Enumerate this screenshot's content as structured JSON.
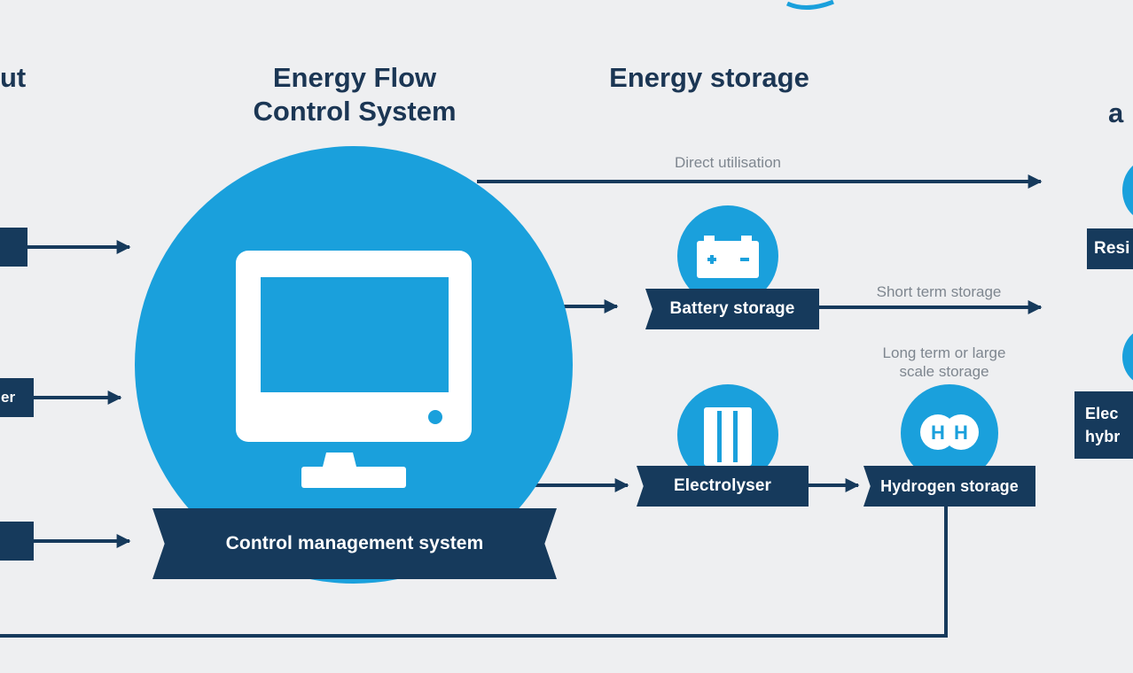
{
  "headings": {
    "input_fragment": "ut",
    "efcs_line1": "Energy Flow",
    "efcs_line2": "Control System",
    "energy_storage": "Energy storage",
    "app_fragment": "a"
  },
  "control_management": {
    "label": "Control management system"
  },
  "storage": {
    "direct_utilisation": "Direct utilisation",
    "short_term": "Short term storage",
    "long_term_line1": "Long term or large",
    "long_term_line2": "scale storage",
    "battery_label": "Battery storage",
    "electrolyser_label": "Electrolyser",
    "hydrogen_label": "Hydrogen storage"
  },
  "left_inputs": {
    "middle_fragment": "er"
  },
  "right_apps": {
    "top_fragment": "Resi",
    "bottom_fragment_line1": "Elec",
    "bottom_fragment_line2": "hybr"
  },
  "colors": {
    "primary_blue": "#1aa0dc",
    "navy": "#163a5c",
    "background": "#eeeff1",
    "heading_text": "#1b3654"
  },
  "icons": [
    "monitor-icon",
    "battery-icon",
    "electrolyser-icon",
    "hydrogen-icon"
  ]
}
